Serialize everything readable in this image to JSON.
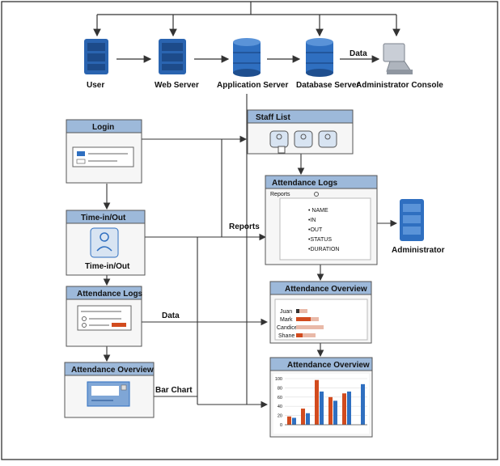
{
  "colors": {
    "header": "#9db9da",
    "blue": "#2f6fc0",
    "darkblue": "#1f4f8f",
    "orange": "#d24b1e",
    "line": "#333333",
    "panel": "#f4f4f4"
  },
  "top": {
    "user": "User",
    "web_server": "Web Server",
    "app_server": "Application Server",
    "db_server": "Database Server",
    "admin_console": "Administrator Console",
    "data_label": "Data"
  },
  "left": {
    "login": "Login",
    "timeinout_title": "Time-in/Out",
    "timeinout_caption": "Time-in/Out",
    "att_logs": "Attendance Logs",
    "att_overview": "Attendance Overview"
  },
  "right": {
    "staff_list": "Staff List",
    "att_logs": "Attendance Logs",
    "reports_small": "Reports",
    "fields": [
      "• NAME",
      "•IN",
      "•OUT",
      "•STATUS",
      "•DURATION"
    ],
    "administrator": "Administrator",
    "att_overview_1": "Attendance Overview",
    "names": [
      "Juan",
      "Mark",
      "Candice",
      "Shane"
    ],
    "att_overview_2": "Attendance Overview"
  },
  "edges": {
    "reports": "Reports",
    "data": "Data",
    "bar_chart": "Bar Chart"
  },
  "chart_data": {
    "type": "bar",
    "title": "",
    "y_ticks": [
      "100",
      "80",
      "60",
      "40",
      "20",
      "0"
    ],
    "ylim": [
      0,
      100
    ],
    "categories": [
      "",
      "",
      "",
      "",
      "",
      ""
    ],
    "series": [
      {
        "values": [
          15,
          25,
          72,
          52,
          72,
          88
        ],
        "color": "#2f6fc0"
      },
      {
        "values": [
          18,
          35,
          97,
          60,
          68,
          0
        ],
        "color": "#d24b1e"
      }
    ]
  }
}
